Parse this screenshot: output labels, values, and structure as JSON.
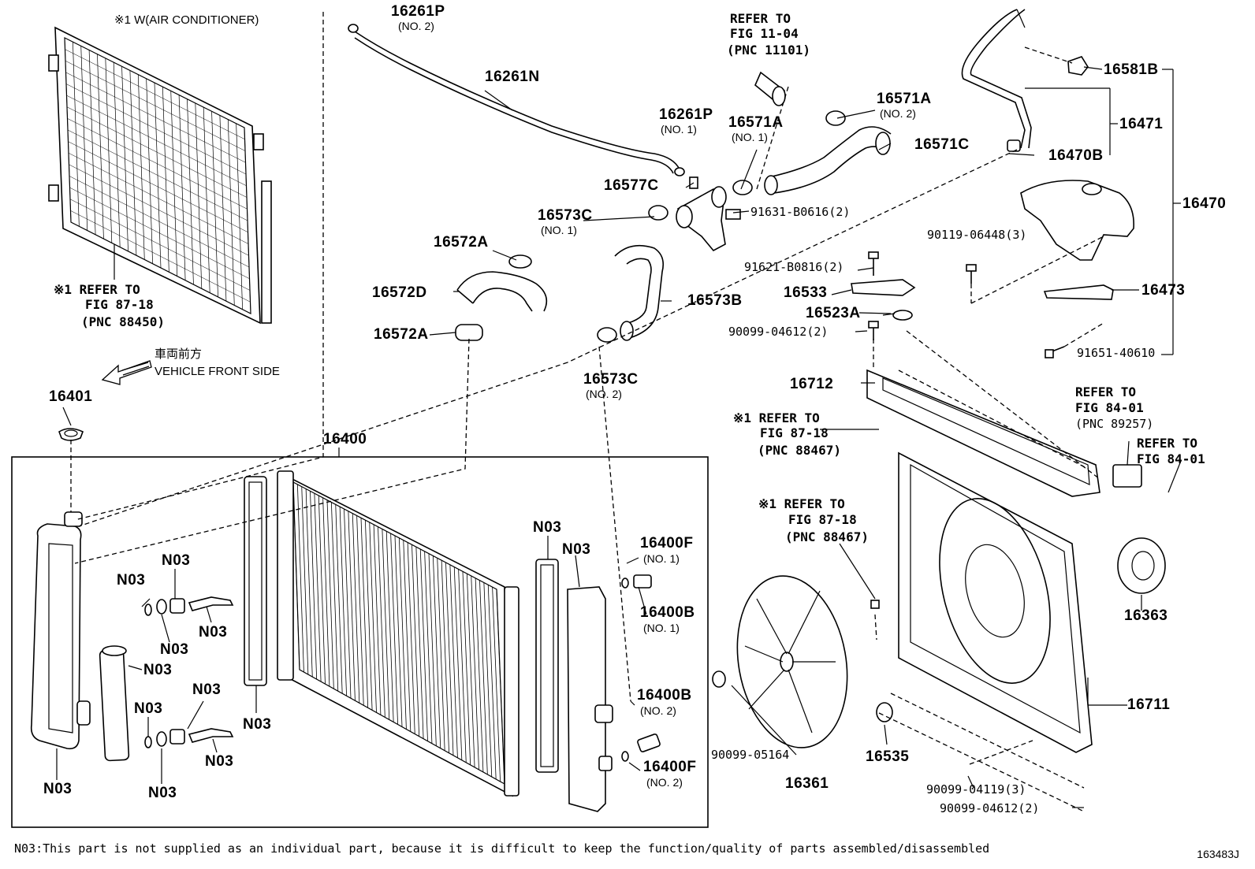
{
  "parts": {
    "p16261P_no2": {
      "code": "16261P",
      "sub": "(NO. 2)"
    },
    "p16261N": {
      "code": "16261N"
    },
    "p16261P_no1": {
      "code": "16261P",
      "sub": "(NO. 1)"
    },
    "p16577C": {
      "code": "16577C"
    },
    "p16573C_no1": {
      "code": "16573C",
      "sub": "(NO. 1)"
    },
    "p16572A_top": {
      "code": "16572A"
    },
    "p16572D": {
      "code": "16572D"
    },
    "p16572A_bot": {
      "code": "16572A"
    },
    "p16573B": {
      "code": "16573B"
    },
    "p16573C_no2": {
      "code": "16573C",
      "sub": "(NO. 2)"
    },
    "p16571A_no1": {
      "code": "16571A",
      "sub": "(NO. 1)"
    },
    "p16571A_no2": {
      "code": "16571A",
      "sub": "(NO. 2)"
    },
    "p16571C": {
      "code": "16571C"
    },
    "p91631": {
      "code": "91631-B0616(2)"
    },
    "p16581B": {
      "code": "16581B"
    },
    "p16471": {
      "code": "16471"
    },
    "p16470B": {
      "code": "16470B"
    },
    "p16470": {
      "code": "16470"
    },
    "p90119": {
      "code": "90119-06448(3)"
    },
    "p16473": {
      "code": "16473"
    },
    "p91651": {
      "code": "91651-40610"
    },
    "p91621": {
      "code": "91621-B0816(2)"
    },
    "p16533": {
      "code": "16533"
    },
    "p16523A": {
      "code": "16523A"
    },
    "p90099_04612_top": {
      "code": "90099-04612(2)"
    },
    "p16712": {
      "code": "16712"
    },
    "p16401": {
      "code": "16401"
    },
    "p16400": {
      "code": "16400"
    },
    "p16400F_no1": {
      "code": "16400F",
      "sub": "(NO. 1)"
    },
    "p16400B_no1": {
      "code": "16400B",
      "sub": "(NO. 1)"
    },
    "p16400B_no2": {
      "code": "16400B",
      "sub": "(NO. 2)"
    },
    "p16400F_no2": {
      "code": "16400F",
      "sub": "(NO. 2)"
    },
    "p16363": {
      "code": "16363"
    },
    "p16711": {
      "code": "16711"
    },
    "p16535": {
      "code": "16535"
    },
    "p16361": {
      "code": "16361"
    },
    "p90099_05164": {
      "code": "90099-05164"
    },
    "p90099_04119": {
      "code": "90099-04119(3)"
    },
    "p90099_04612_bot": {
      "code": "90099-04612(2)"
    }
  },
  "n03": "N03",
  "refs": {
    "aircon": "※1 W(AIR CONDITIONER)",
    "ref_88450": [
      "※1 REFER TO",
      "FIG 87-18",
      "(PNC 88450)"
    ],
    "ref_11101": [
      "REFER TO",
      "FIG 11-04",
      "(PNC 11101)"
    ],
    "ref_88467_a": [
      "※1 REFER TO",
      "FIG 87-18",
      "(PNC 88467)"
    ],
    "ref_88467_b": [
      "※1 REFER TO",
      "FIG 87-18",
      "(PNC 88467)"
    ],
    "ref_89257": [
      "REFER TO",
      "FIG 84-01",
      "(PNC 89257)"
    ],
    "ref_84_01": [
      "REFER TO",
      "FIG 84-01"
    ]
  },
  "front": {
    "jp": "車両前方",
    "en": "VEHICLE FRONT SIDE"
  },
  "footnote": "N03:This part is not supplied as an individual part, because it is difficult to keep the function/quality of parts assembled/disassembled",
  "figure_id": "163483J"
}
